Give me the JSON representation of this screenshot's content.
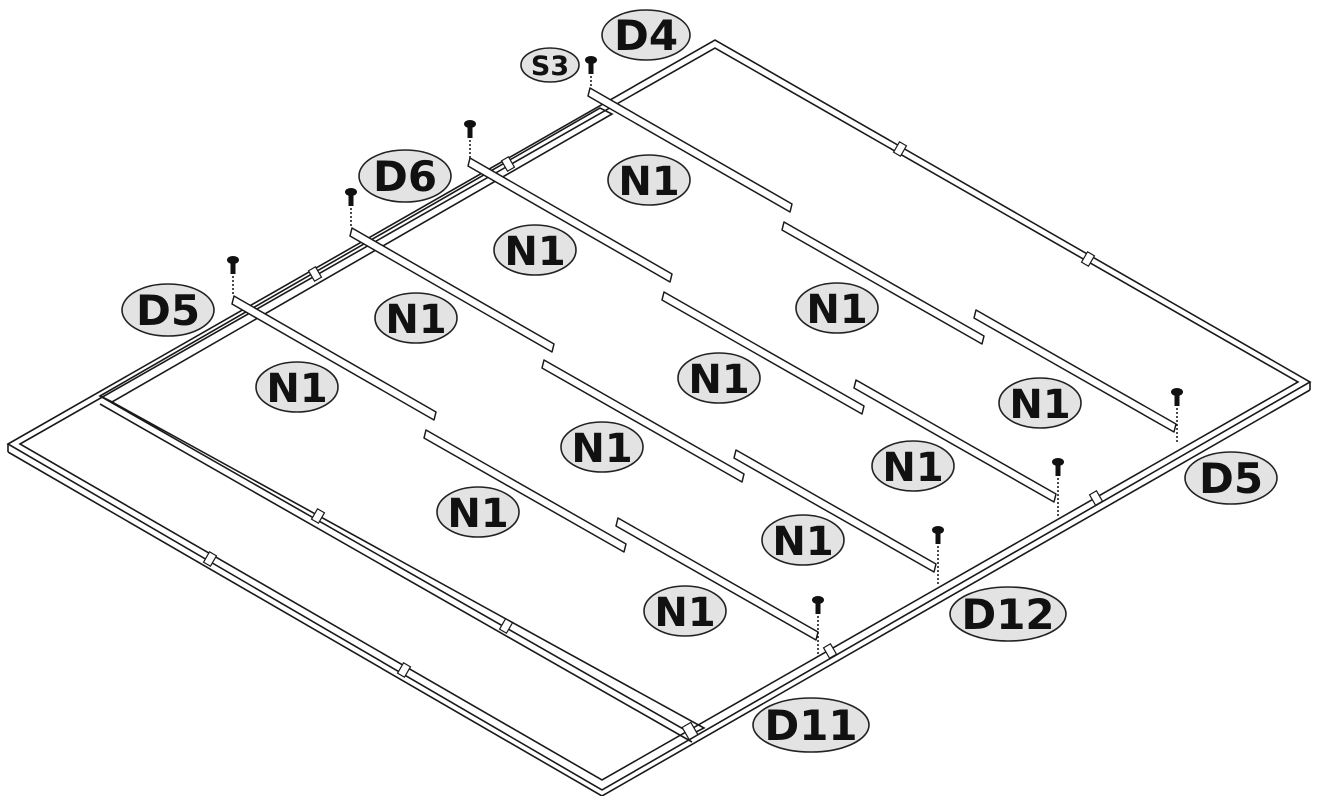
{
  "labels": {
    "d4": "D4",
    "s3": "S3",
    "d6": "D6",
    "d5_left": "D5",
    "d5_right": "D5",
    "d12": "D12",
    "d11": "D11",
    "n1": [
      "N1",
      "N1",
      "N1",
      "N1",
      "N1",
      "N1",
      "N1",
      "N1",
      "N1",
      "N1",
      "N1"
    ]
  },
  "icons": {
    "screw": "screw-icon"
  }
}
